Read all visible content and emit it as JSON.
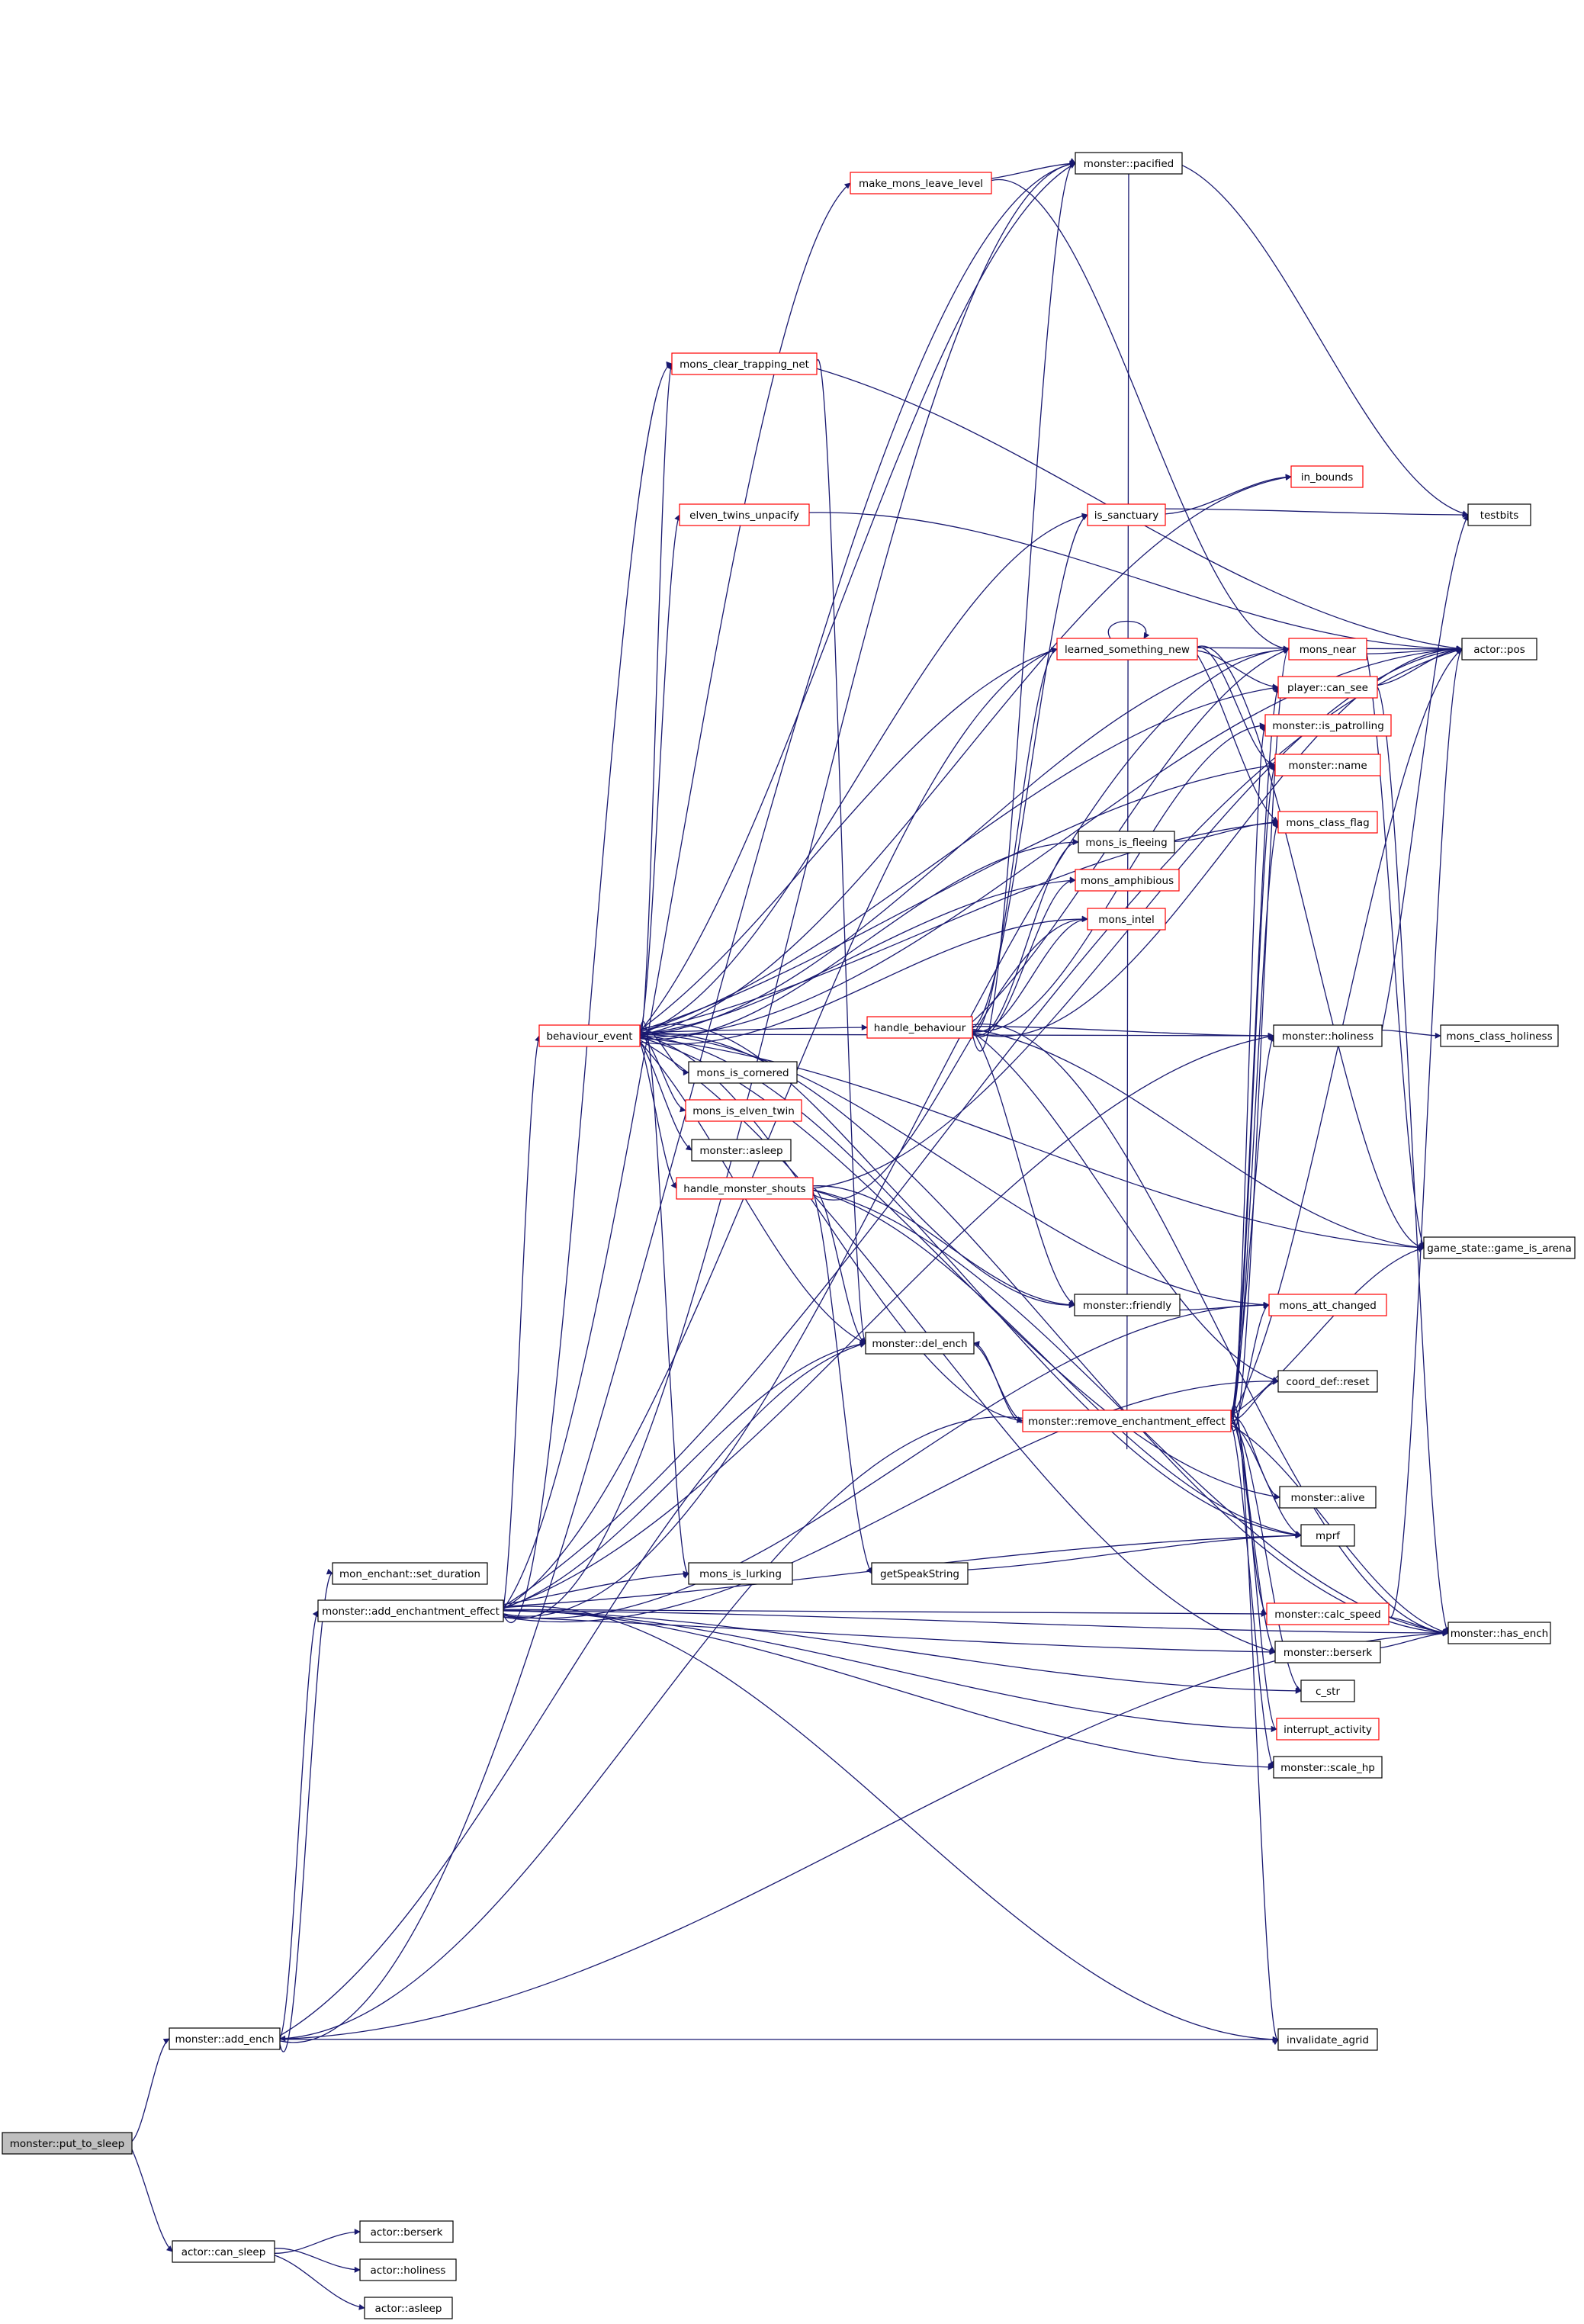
{
  "graph": {
    "root": "monster::put_to_sleep",
    "nodes": [
      {
        "id": "put_to_sleep",
        "label": "monster::put_to_sleep",
        "style": "root"
      },
      {
        "id": "add_ench",
        "label": "monster::add_ench",
        "style": "normal"
      },
      {
        "id": "can_sleep",
        "label": "actor::can_sleep",
        "style": "normal"
      },
      {
        "id": "actor_berserk",
        "label": "actor::berserk",
        "style": "normal"
      },
      {
        "id": "actor_holiness",
        "label": "actor::holiness",
        "style": "normal"
      },
      {
        "id": "actor_asleep",
        "label": "actor::asleep",
        "style": "normal"
      },
      {
        "id": "set_duration",
        "label": "mon_enchant::set_duration",
        "style": "normal"
      },
      {
        "id": "add_ench_effect",
        "label": "monster::add_enchantment_effect",
        "style": "normal"
      },
      {
        "id": "behaviour_event",
        "label": "behaviour_event",
        "style": "incomplete"
      },
      {
        "id": "mons_is_lurking",
        "label": "mons_is_lurking",
        "style": "normal"
      },
      {
        "id": "getSpeakString",
        "label": "getSpeakString",
        "style": "normal"
      },
      {
        "id": "make_leave",
        "label": "make_mons_leave_level",
        "style": "incomplete"
      },
      {
        "id": "clear_net",
        "label": "mons_clear_trapping_net",
        "style": "incomplete"
      },
      {
        "id": "elven_unpacify",
        "label": "elven_twins_unpacify",
        "style": "incomplete"
      },
      {
        "id": "handle_behaviour",
        "label": "handle_behaviour",
        "style": "incomplete"
      },
      {
        "id": "is_cornered",
        "label": "mons_is_cornered",
        "style": "normal"
      },
      {
        "id": "is_elven_twin",
        "label": "mons_is_elven_twin",
        "style": "incomplete"
      },
      {
        "id": "m_asleep",
        "label": "monster::asleep",
        "style": "normal"
      },
      {
        "id": "handle_shouts",
        "label": "handle_monster_shouts",
        "style": "incomplete"
      },
      {
        "id": "pacified",
        "label": "monster::pacified",
        "style": "normal"
      },
      {
        "id": "is_sanctuary",
        "label": "is_sanctuary",
        "style": "incomplete"
      },
      {
        "id": "learned",
        "label": "learned_something_new",
        "style": "incomplete"
      },
      {
        "id": "is_fleeing",
        "label": "mons_is_fleeing",
        "style": "normal"
      },
      {
        "id": "amphibious",
        "label": "mons_amphibious",
        "style": "incomplete"
      },
      {
        "id": "intel",
        "label": "mons_intel",
        "style": "incomplete"
      },
      {
        "id": "friendly",
        "label": "monster::friendly",
        "style": "normal"
      },
      {
        "id": "del_ench",
        "label": "monster::del_ench",
        "style": "normal"
      },
      {
        "id": "remove_effect",
        "label": "monster::remove_enchantment_effect",
        "style": "incomplete"
      },
      {
        "id": "in_bounds",
        "label": "in_bounds",
        "style": "incomplete"
      },
      {
        "id": "mons_near",
        "label": "mons_near",
        "style": "incomplete"
      },
      {
        "id": "can_see",
        "label": "player::can_see",
        "style": "incomplete"
      },
      {
        "id": "is_patrolling",
        "label": "monster::is_patrolling",
        "style": "incomplete"
      },
      {
        "id": "m_name",
        "label": "monster::name",
        "style": "incomplete"
      },
      {
        "id": "class_flag",
        "label": "mons_class_flag",
        "style": "incomplete"
      },
      {
        "id": "m_holiness",
        "label": "monster::holiness",
        "style": "normal"
      },
      {
        "id": "att_changed",
        "label": "mons_att_changed",
        "style": "incomplete"
      },
      {
        "id": "coord_reset",
        "label": "coord_def::reset",
        "style": "normal"
      },
      {
        "id": "m_alive",
        "label": "monster::alive",
        "style": "normal"
      },
      {
        "id": "mprf",
        "label": "mprf",
        "style": "normal"
      },
      {
        "id": "calc_speed",
        "label": "monster::calc_speed",
        "style": "incomplete"
      },
      {
        "id": "m_berserk",
        "label": "monster::berserk",
        "style": "normal"
      },
      {
        "id": "c_str",
        "label": "c_str",
        "style": "normal"
      },
      {
        "id": "interrupt",
        "label": "interrupt_activity",
        "style": "incomplete"
      },
      {
        "id": "scale_hp",
        "label": "monster::scale_hp",
        "style": "normal"
      },
      {
        "id": "invalidate",
        "label": "invalidate_agrid",
        "style": "normal"
      },
      {
        "id": "testbits",
        "label": "testbits",
        "style": "normal"
      },
      {
        "id": "actor_pos",
        "label": "actor::pos",
        "style": "normal"
      },
      {
        "id": "class_holiness",
        "label": "mons_class_holiness",
        "style": "normal"
      },
      {
        "id": "is_arena",
        "label": "game_state::game_is_arena",
        "style": "normal"
      },
      {
        "id": "has_ench",
        "label": "monster::has_ench",
        "style": "normal"
      }
    ],
    "edges": [
      [
        "put_to_sleep",
        "add_ench"
      ],
      [
        "put_to_sleep",
        "can_sleep"
      ],
      [
        "can_sleep",
        "actor_berserk"
      ],
      [
        "can_sleep",
        "actor_holiness"
      ],
      [
        "can_sleep",
        "actor_asleep"
      ],
      [
        "add_ench",
        "set_duration"
      ],
      [
        "add_ench",
        "add_ench_effect"
      ],
      [
        "add_ench",
        "pacified"
      ],
      [
        "add_ench",
        "del_ench"
      ],
      [
        "add_ench",
        "invalidate"
      ],
      [
        "add_ench",
        "has_ench"
      ],
      [
        "add_ench_effect",
        "behaviour_event"
      ],
      [
        "add_ench_effect",
        "mons_is_lurking"
      ],
      [
        "add_ench_effect",
        "make_leave"
      ],
      [
        "add_ench_effect",
        "clear_net"
      ],
      [
        "add_ench_effect",
        "pacified"
      ],
      [
        "add_ench_effect",
        "actor_pos"
      ],
      [
        "add_ench_effect",
        "learned"
      ],
      [
        "add_ench_effect",
        "mons_near"
      ],
      [
        "add_ench_effect",
        "att_changed"
      ],
      [
        "add_ench_effect",
        "coord_reset"
      ],
      [
        "add_ench_effect",
        "mprf"
      ],
      [
        "add_ench_effect",
        "calc_speed"
      ],
      [
        "add_ench_effect",
        "m_berserk"
      ],
      [
        "add_ench_effect",
        "c_str"
      ],
      [
        "add_ench_effect",
        "interrupt"
      ],
      [
        "add_ench_effect",
        "scale_hp"
      ],
      [
        "add_ench_effect",
        "invalidate"
      ],
      [
        "add_ench_effect",
        "has_ench"
      ],
      [
        "add_ench_effect",
        "m_holiness"
      ],
      [
        "add_ench_effect",
        "del_ench"
      ],
      [
        "behaviour_event",
        "clear_net"
      ],
      [
        "behaviour_event",
        "elven_unpacify"
      ],
      [
        "behaviour_event",
        "handle_behaviour"
      ],
      [
        "behaviour_event",
        "is_cornered"
      ],
      [
        "behaviour_event",
        "is_elven_twin"
      ],
      [
        "behaviour_event",
        "m_asleep"
      ],
      [
        "behaviour_event",
        "handle_shouts"
      ],
      [
        "behaviour_event",
        "mons_is_lurking"
      ],
      [
        "behaviour_event",
        "pacified"
      ],
      [
        "behaviour_event",
        "is_sanctuary"
      ],
      [
        "behaviour_event",
        "learned"
      ],
      [
        "behaviour_event",
        "is_fleeing"
      ],
      [
        "behaviour_event",
        "amphibious"
      ],
      [
        "behaviour_event",
        "intel"
      ],
      [
        "behaviour_event",
        "friendly"
      ],
      [
        "behaviour_event",
        "del_ench"
      ],
      [
        "behaviour_event",
        "remove_effect"
      ],
      [
        "behaviour_event",
        "in_bounds"
      ],
      [
        "behaviour_event",
        "mons_near"
      ],
      [
        "behaviour_event",
        "can_see"
      ],
      [
        "behaviour_event",
        "m_name"
      ],
      [
        "behaviour_event",
        "class_flag"
      ],
      [
        "behaviour_event",
        "m_holiness"
      ],
      [
        "behaviour_event",
        "att_changed"
      ],
      [
        "behaviour_event",
        "m_alive"
      ],
      [
        "behaviour_event",
        "mprf"
      ],
      [
        "behaviour_event",
        "m_berserk"
      ],
      [
        "behaviour_event",
        "has_ench"
      ],
      [
        "behaviour_event",
        "actor_pos"
      ],
      [
        "behaviour_event",
        "is_arena"
      ],
      [
        "make_leave",
        "pacified"
      ],
      [
        "make_leave",
        "mons_near"
      ],
      [
        "clear_net",
        "actor_pos"
      ],
      [
        "clear_net",
        "del_ench"
      ],
      [
        "elven_unpacify",
        "actor_pos"
      ],
      [
        "is_sanctuary",
        "in_bounds"
      ],
      [
        "is_sanctuary",
        "testbits"
      ],
      [
        "learned",
        "learned"
      ],
      [
        "learned",
        "actor_pos"
      ],
      [
        "learned",
        "can_see"
      ],
      [
        "learned",
        "m_name"
      ],
      [
        "learned",
        "class_flag"
      ],
      [
        "learned",
        "is_arena"
      ],
      [
        "handle_behaviour",
        "pacified"
      ],
      [
        "handle_behaviour",
        "is_sanctuary"
      ],
      [
        "handle_behaviour",
        "learned"
      ],
      [
        "handle_behaviour",
        "is_fleeing"
      ],
      [
        "handle_behaviour",
        "amphibious"
      ],
      [
        "handle_behaviour",
        "intel"
      ],
      [
        "handle_behaviour",
        "friendly"
      ],
      [
        "handle_behaviour",
        "m_holiness"
      ],
      [
        "handle_behaviour",
        "actor_pos"
      ],
      [
        "handle_behaviour",
        "is_arena"
      ],
      [
        "handle_behaviour",
        "coord_reset"
      ],
      [
        "handle_behaviour",
        "has_ench"
      ],
      [
        "handle_behaviour",
        "mons_near"
      ],
      [
        "handle_behaviour",
        "is_patrolling"
      ],
      [
        "handle_shouts",
        "del_ench"
      ],
      [
        "handle_shouts",
        "friendly"
      ],
      [
        "handle_shouts",
        "getSpeakString"
      ],
      [
        "handle_shouts",
        "mprf"
      ],
      [
        "handle_shouts",
        "actor_pos"
      ],
      [
        "handle_shouts",
        "intel"
      ],
      [
        "handle_shouts",
        "has_ench"
      ],
      [
        "is_fleeing",
        "class_flag"
      ],
      [
        "friendly",
        "att_changed"
      ],
      [
        "getSpeakString",
        "mprf"
      ],
      [
        "del_ench",
        "remove_effect"
      ],
      [
        "remove_effect",
        "del_ench"
      ],
      [
        "remove_effect",
        "add_ench"
      ],
      [
        "remove_effect",
        "pacified"
      ],
      [
        "remove_effect",
        "mons_near"
      ],
      [
        "remove_effect",
        "can_see"
      ],
      [
        "remove_effect",
        "is_patrolling"
      ],
      [
        "remove_effect",
        "m_name"
      ],
      [
        "remove_effect",
        "class_flag"
      ],
      [
        "remove_effect",
        "m_holiness"
      ],
      [
        "remove_effect",
        "att_changed"
      ],
      [
        "remove_effect",
        "coord_reset"
      ],
      [
        "remove_effect",
        "m_alive"
      ],
      [
        "remove_effect",
        "mprf"
      ],
      [
        "remove_effect",
        "calc_speed"
      ],
      [
        "remove_effect",
        "m_berserk"
      ],
      [
        "remove_effect",
        "c_str"
      ],
      [
        "remove_effect",
        "interrupt"
      ],
      [
        "remove_effect",
        "scale_hp"
      ],
      [
        "remove_effect",
        "invalidate"
      ],
      [
        "remove_effect",
        "has_ench"
      ],
      [
        "remove_effect",
        "actor_pos"
      ],
      [
        "remove_effect",
        "is_arena"
      ],
      [
        "pacified",
        "testbits"
      ],
      [
        "mons_near",
        "actor_pos"
      ],
      [
        "mons_near",
        "is_arena"
      ],
      [
        "can_see",
        "actor_pos"
      ],
      [
        "can_see",
        "has_ench"
      ],
      [
        "m_holiness",
        "class_holiness"
      ],
      [
        "m_holiness",
        "testbits"
      ],
      [
        "calc_speed",
        "has_ench"
      ],
      [
        "calc_speed",
        "actor_pos"
      ],
      [
        "m_berserk",
        "has_ench"
      ]
    ]
  }
}
